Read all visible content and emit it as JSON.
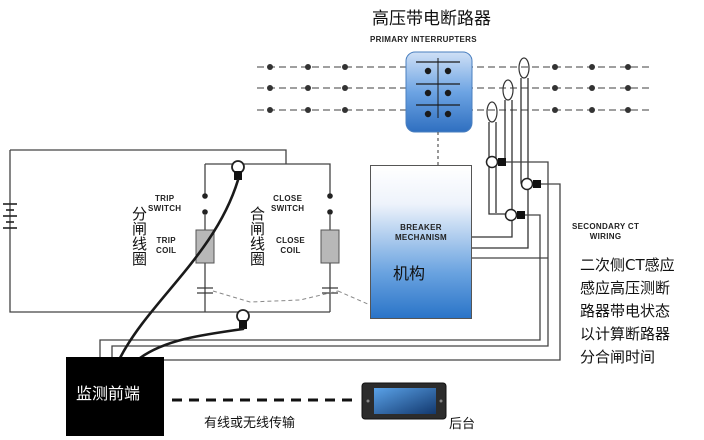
{
  "title": "高压带电断路器",
  "subtitle": "PRIMARY INTERRUPTERS",
  "mechanism": {
    "label_en": "BREAKER\nMECHANISM",
    "label_en_1": "BREAKER",
    "label_en_2": "MECHANISM",
    "label_zh": "机构"
  },
  "trip": {
    "switch_1": "TRIP",
    "switch_2": "SWITCH",
    "coil_1": "TRIP",
    "coil_2": "COIL",
    "label_zh": "分闸线圈"
  },
  "close": {
    "switch_1": "CLOSE",
    "switch_2": "SWITCH",
    "coil_1": "CLOSE",
    "coil_2": "COIL",
    "label_zh": "合闸线圈"
  },
  "secondary_ct": {
    "line_1": "SECONDARY CT",
    "line_2": "WIRING"
  },
  "note_lines": [
    "二次侧CT感应",
    "感应高压测断",
    "路器带电状态",
    "以计算断路器",
    "分合闸时间"
  ],
  "frontend": "监测前端",
  "link_label": "有线或无线传输",
  "backend": "后台",
  "colors": {
    "interrupter_fill": "#2f6fc0",
    "mechanism_bottom": "#2a74c8",
    "line": "#444444"
  }
}
